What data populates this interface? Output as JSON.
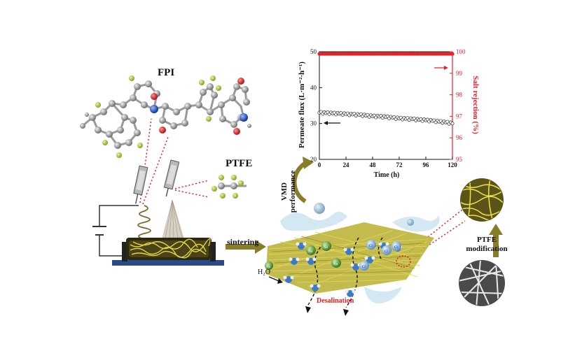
{
  "labels": {
    "fpi": "FPI",
    "ptfe": "PTFE",
    "sintering": "sintering",
    "vmd_line1": "VMD",
    "vmd_line2": "performance",
    "desalination": "Desalination",
    "ptfe_mod_line1": "PTFE",
    "ptfe_mod_line2": "modification",
    "h2o": "H₂O",
    "ion_na": "Na",
    "ion_cl": "Cl"
  },
  "colors": {
    "flux": "#444444",
    "rejection": "#e8202a",
    "arrow_olive": "#8a7d2a",
    "fiber_yellow": "#c8c040",
    "water": "#9cc8e0",
    "red_dots": "#e02020"
  },
  "chart_data": {
    "type": "scatter",
    "title": "",
    "xlabel": "Time (h)",
    "ylabel_left": "Permeate flux (L·m⁻²·h⁻¹)",
    "ylabel_right": "Salt rejection (%)",
    "xlim": [
      0,
      120
    ],
    "ylim_left": [
      20,
      50
    ],
    "ylim_right": [
      95,
      100
    ],
    "xticks": [
      "0",
      "24",
      "48",
      "72",
      "96",
      "120"
    ],
    "yticks_left": [
      "20",
      "30",
      "40",
      "50"
    ],
    "yticks_right": [
      "95",
      "96",
      "97",
      "98",
      "99",
      "100"
    ],
    "series": [
      {
        "axis": "left",
        "x": [
          0,
          6,
          12,
          18,
          24,
          30,
          36,
          42,
          48,
          54,
          60,
          66,
          72,
          78,
          84,
          90,
          96,
          102,
          108,
          114,
          120
        ],
        "y": [
          33.0,
          32.9,
          32.8,
          32.7,
          32.6,
          32.5,
          32.4,
          32.2,
          32.0,
          31.9,
          31.8,
          31.6,
          31.4,
          31.3,
          31.2,
          31.0,
          30.9,
          30.7,
          30.5,
          30.3,
          30.0
        ]
      },
      {
        "axis": "right",
        "x": [
          0,
          6,
          12,
          18,
          24,
          30,
          36,
          42,
          48,
          54,
          60,
          66,
          72,
          78,
          84,
          90,
          96,
          102,
          108,
          114,
          120
        ],
        "y": [
          99.9,
          99.9,
          99.9,
          99.9,
          99.9,
          99.9,
          99.9,
          99.9,
          99.9,
          99.9,
          99.9,
          99.9,
          99.9,
          99.9,
          99.9,
          99.9,
          99.9,
          99.9,
          99.9,
          99.9,
          99.9
        ]
      }
    ]
  }
}
